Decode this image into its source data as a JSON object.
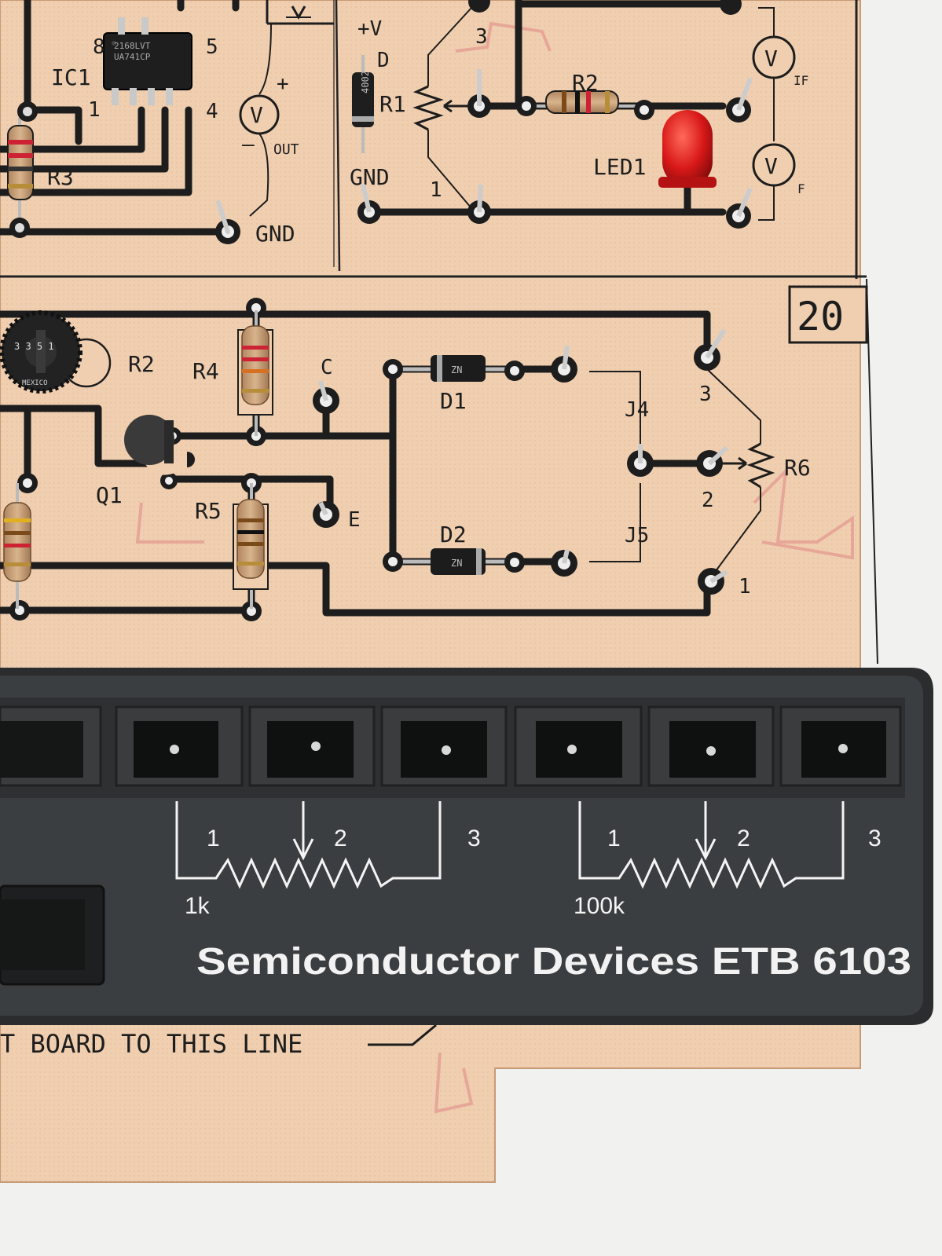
{
  "board": {
    "labels": {
      "ic1": "IC1",
      "pin8": "8",
      "pin5": "5",
      "pin1": "1",
      "pin4": "4",
      "chip_top": "2168LVT",
      "chip_bottom": "UA741CP",
      "r3": "R3",
      "plus": "+",
      "minus": "–",
      "vmeter": "V",
      "out": "OUT",
      "gnd_left": "GND",
      "plus_v": "+V",
      "d": "D",
      "r1": "R1",
      "pin3_top": "3",
      "pin1_top": "1",
      "gnd_mid": "GND",
      "r2_top": "R2",
      "led1": "LED1",
      "if_sub": "IF",
      "f_sub": "F",
      "diode_mark": "4002",
      "section_number": "20",
      "r2_bottom": "R2",
      "r4": "R4",
      "c": "C",
      "q1": "Q1",
      "r5": "R5",
      "e": "E",
      "d1": "D1",
      "d2": "D2",
      "d1_mark": "ZN",
      "d2_mark": "ZN",
      "j4": "J4",
      "j5": "J5",
      "r6": "R6",
      "pin3_r6": "3",
      "pin2_r6": "2",
      "pin1_r6": "1",
      "pot_mark": "3 3 5 1",
      "pot_sub": "MEXICO",
      "board_line": "T BOARD TO THIS LINE"
    }
  },
  "panel": {
    "pot1": {
      "pin1": "1",
      "pin2": "2",
      "pin3": "3",
      "value": "1k"
    },
    "pot2": {
      "pin1": "1",
      "pin2": "2",
      "pin3": "3",
      "value": "100k"
    },
    "title": "Semiconductor Devices ETB 6103"
  },
  "colors": {
    "board": "#f0cfb0",
    "trace": "#1d1d1d",
    "panel": "#3b3e40",
    "led": "#d81818",
    "silkscreen_red": "#e49a90"
  }
}
